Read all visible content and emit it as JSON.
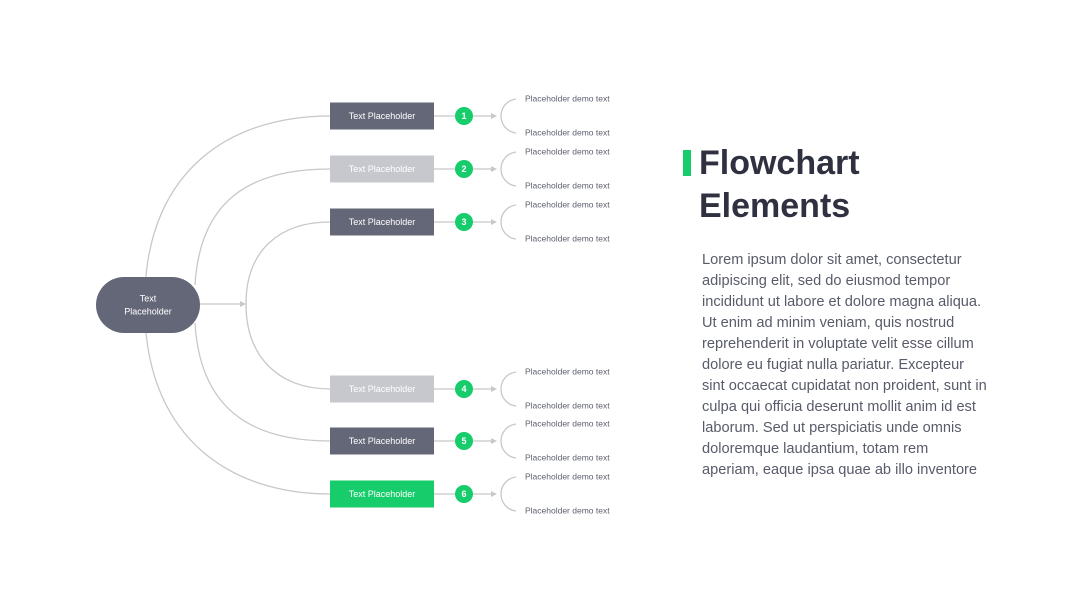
{
  "diagram": {
    "root": {
      "line1": "Text",
      "line2": "Placeholder"
    },
    "colors": {
      "dark": "#646777",
      "light": "#c6c8ce",
      "green": "#17cc6a",
      "connector": "#c8c8c8",
      "title": "#2f3140",
      "body": "#585b69"
    },
    "steps": [
      {
        "number": "1",
        "label": "Text Placeholder",
        "style": "dark",
        "top_text": "Placeholder demo text",
        "bottom_text": "Placeholder demo text"
      },
      {
        "number": "2",
        "label": "Text Placeholder",
        "style": "light",
        "top_text": "Placeholder demo text",
        "bottom_text": "Placeholder demo text"
      },
      {
        "number": "3",
        "label": "Text Placeholder",
        "style": "dark",
        "top_text": "Placeholder demo text",
        "bottom_text": "Placeholder demo text"
      },
      {
        "number": "4",
        "label": "Text Placeholder",
        "style": "light",
        "top_text": "Placeholder demo text",
        "bottom_text": "Placeholder demo text"
      },
      {
        "number": "5",
        "label": "Text Placeholder",
        "style": "dark",
        "top_text": "Placeholder demo text",
        "bottom_text": "Placeholder demo text"
      },
      {
        "number": "6",
        "label": "Text Placeholder",
        "style": "green",
        "top_text": "Placeholder demo text",
        "bottom_text": "Placeholder demo text"
      }
    ]
  },
  "title": {
    "line1": "Flowchart",
    "line2": "Elements"
  },
  "body": "Lorem ipsum dolor sit amet, consectetur adipiscing elit, sed do eiusmod tempor incididunt ut labore et dolore magna aliqua. Ut enim ad minim veniam, quis nostrud reprehenderit in voluptate velit esse cillum dolore eu fugiat nulla pariatur. Excepteur sint occaecat cupidatat non proident, sunt in culpa qui officia deserunt mollit anim id est laborum. Sed ut perspiciatis unde omnis doloremque laudantium, totam rem aperiam, eaque ipsa quae ab illo inventore"
}
